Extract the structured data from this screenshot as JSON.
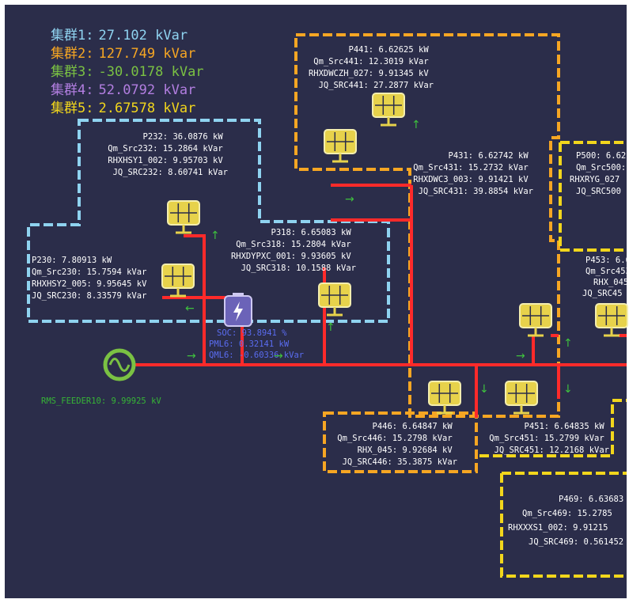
{
  "colors": {
    "background": "#2b2d4a",
    "line": "#ff2a2a",
    "cyan_box": "#8fd3f0",
    "orange_box": "#f6a623",
    "yellow_box": "#f2d61c",
    "feeder_green": "#7ac143",
    "arrow_green": "#3ec13e",
    "battery_text": "#5a6cf0"
  },
  "legend": [
    {
      "label": "集群1:",
      "value": "27.102 kVar",
      "color": "#8fd3f0"
    },
    {
      "label": "集群2:",
      "value": "127.749 kVar",
      "color": "#f6a623"
    },
    {
      "label": "集群3:",
      "value": "-30.0178 kVar",
      "color": "#7ac143"
    },
    {
      "label": "集群4:",
      "value": "52.0792 kVar",
      "color": "#b27ee0"
    },
    {
      "label": "集群5:",
      "value": "2.67578 kVar",
      "color": "#f2d61c"
    }
  ],
  "clusters": [
    {
      "id": "P232",
      "lines": [
        "P232: 36.0876 kW",
        "Qm_Src232: 15.2864 kVar",
        "RHXHSY1_002: 9.95703 kV",
        "JQ_SRC232: 8.60741 kVar"
      ]
    },
    {
      "id": "P230",
      "lines": [
        "P230: 7.80913 kW",
        "Qm_Src230: 15.7594 kVar",
        "RHXHSY2_005: 9.95645 kV",
        "JQ_SRC230: 8.33579 kVar"
      ]
    },
    {
      "id": "P318",
      "lines": [
        "P318: 6.65083 kW",
        "Qm_Src318: 15.2804 kVar",
        "RHXDYPXC_001: 9.93605 kV",
        "JQ_SRC318: 10.1588 kVar"
      ]
    },
    {
      "id": "P441",
      "lines": [
        "P441: 6.62625 kW",
        "Qm_Src441: 12.3019 kVar",
        "RHXDWCZH_027: 9.91345 kV",
        "JQ_SRC441: 27.2877 kVar"
      ]
    },
    {
      "id": "P431",
      "lines": [
        "P431: 6.62742 kW",
        "Qm_Src431: 15.2732 kVar",
        "RHXDWC3_003: 9.91421 kV",
        "JQ_SRC431: 39.8854 kVar"
      ]
    },
    {
      "id": "P500",
      "lines": [
        "P500: 6.62",
        "Qm_Src500:",
        "RHXRYG_027",
        "JQ_SRC500"
      ]
    },
    {
      "id": "P453",
      "lines": [
        "P453: 6.6",
        "Qm_Src453",
        "RHX_045",
        "JQ_SRC45"
      ]
    },
    {
      "id": "P446",
      "lines": [
        "P446: 6.64847 kW",
        "Qm_Src446: 15.2798 kVar",
        "RHX_045: 9.92684 kV",
        "JQ_SRC446: 35.3875 kVar"
      ]
    },
    {
      "id": "P451",
      "lines": [
        "P451: 6.64835 kW",
        "Qm_Src451: 15.2799 kVar",
        "JQ_SRC451: 12.2168 kVar"
      ]
    },
    {
      "id": "P469",
      "lines": [
        "P469: 6.63683",
        "Qm_Src469: 15.2785",
        "RHXXXS1_002: 9.91215",
        "JQ_SRC469: 0.561452"
      ]
    }
  ],
  "battery": {
    "soc": "SOC: 93.8941 %",
    "p": "PML6: 0.32141 kW",
    "q": "QML6: -0.60336 kVar"
  },
  "feeder": {
    "label": "RMS_FEEDER10: 9.99925 kV"
  },
  "arrows": {
    "right": "→",
    "left": "←",
    "up": "↑",
    "down": "↓"
  }
}
